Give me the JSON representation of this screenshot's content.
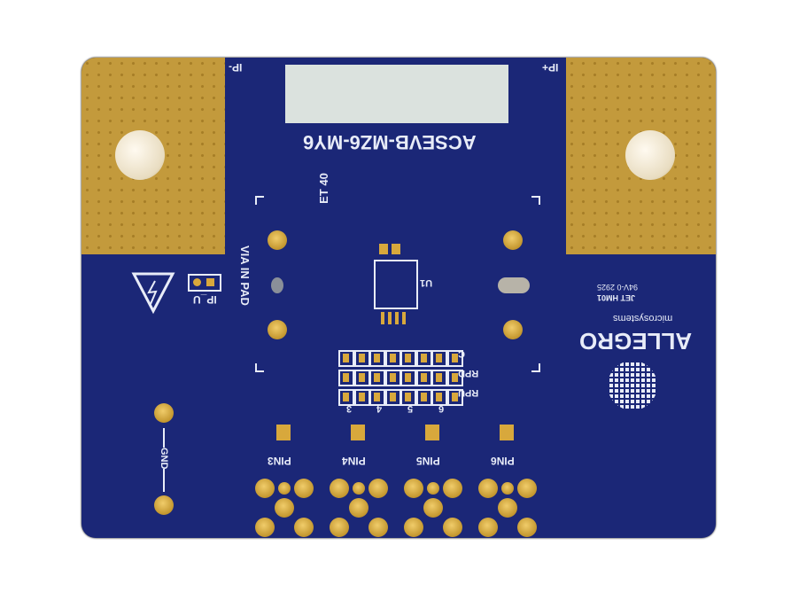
{
  "board": {
    "title": "ACSEVB-MZ6-MY6",
    "ip_minus": "IP-",
    "ip_plus": "IP+",
    "ref_u1": "U1",
    "via_in_pad": "VIA IN PAD",
    "ip_u": "IP_U",
    "et_code": "ET 40",
    "gnd": "GND",
    "row_labels": [
      "C",
      "RPD",
      "RPU"
    ],
    "col_labels": [
      "3",
      "4",
      "5",
      "6"
    ],
    "pins": [
      "PIN3",
      "PIN4",
      "PIN5",
      "PIN6"
    ],
    "brand": "ALLEGRO",
    "brand_sub": "microsystems",
    "fab_mark": "JET HM01",
    "fab_code": "94V-0 2925",
    "colors": {
      "soldermask": "#1b2777",
      "copper": "#c39a3c",
      "silkscreen": "#e8ecf8"
    }
  }
}
